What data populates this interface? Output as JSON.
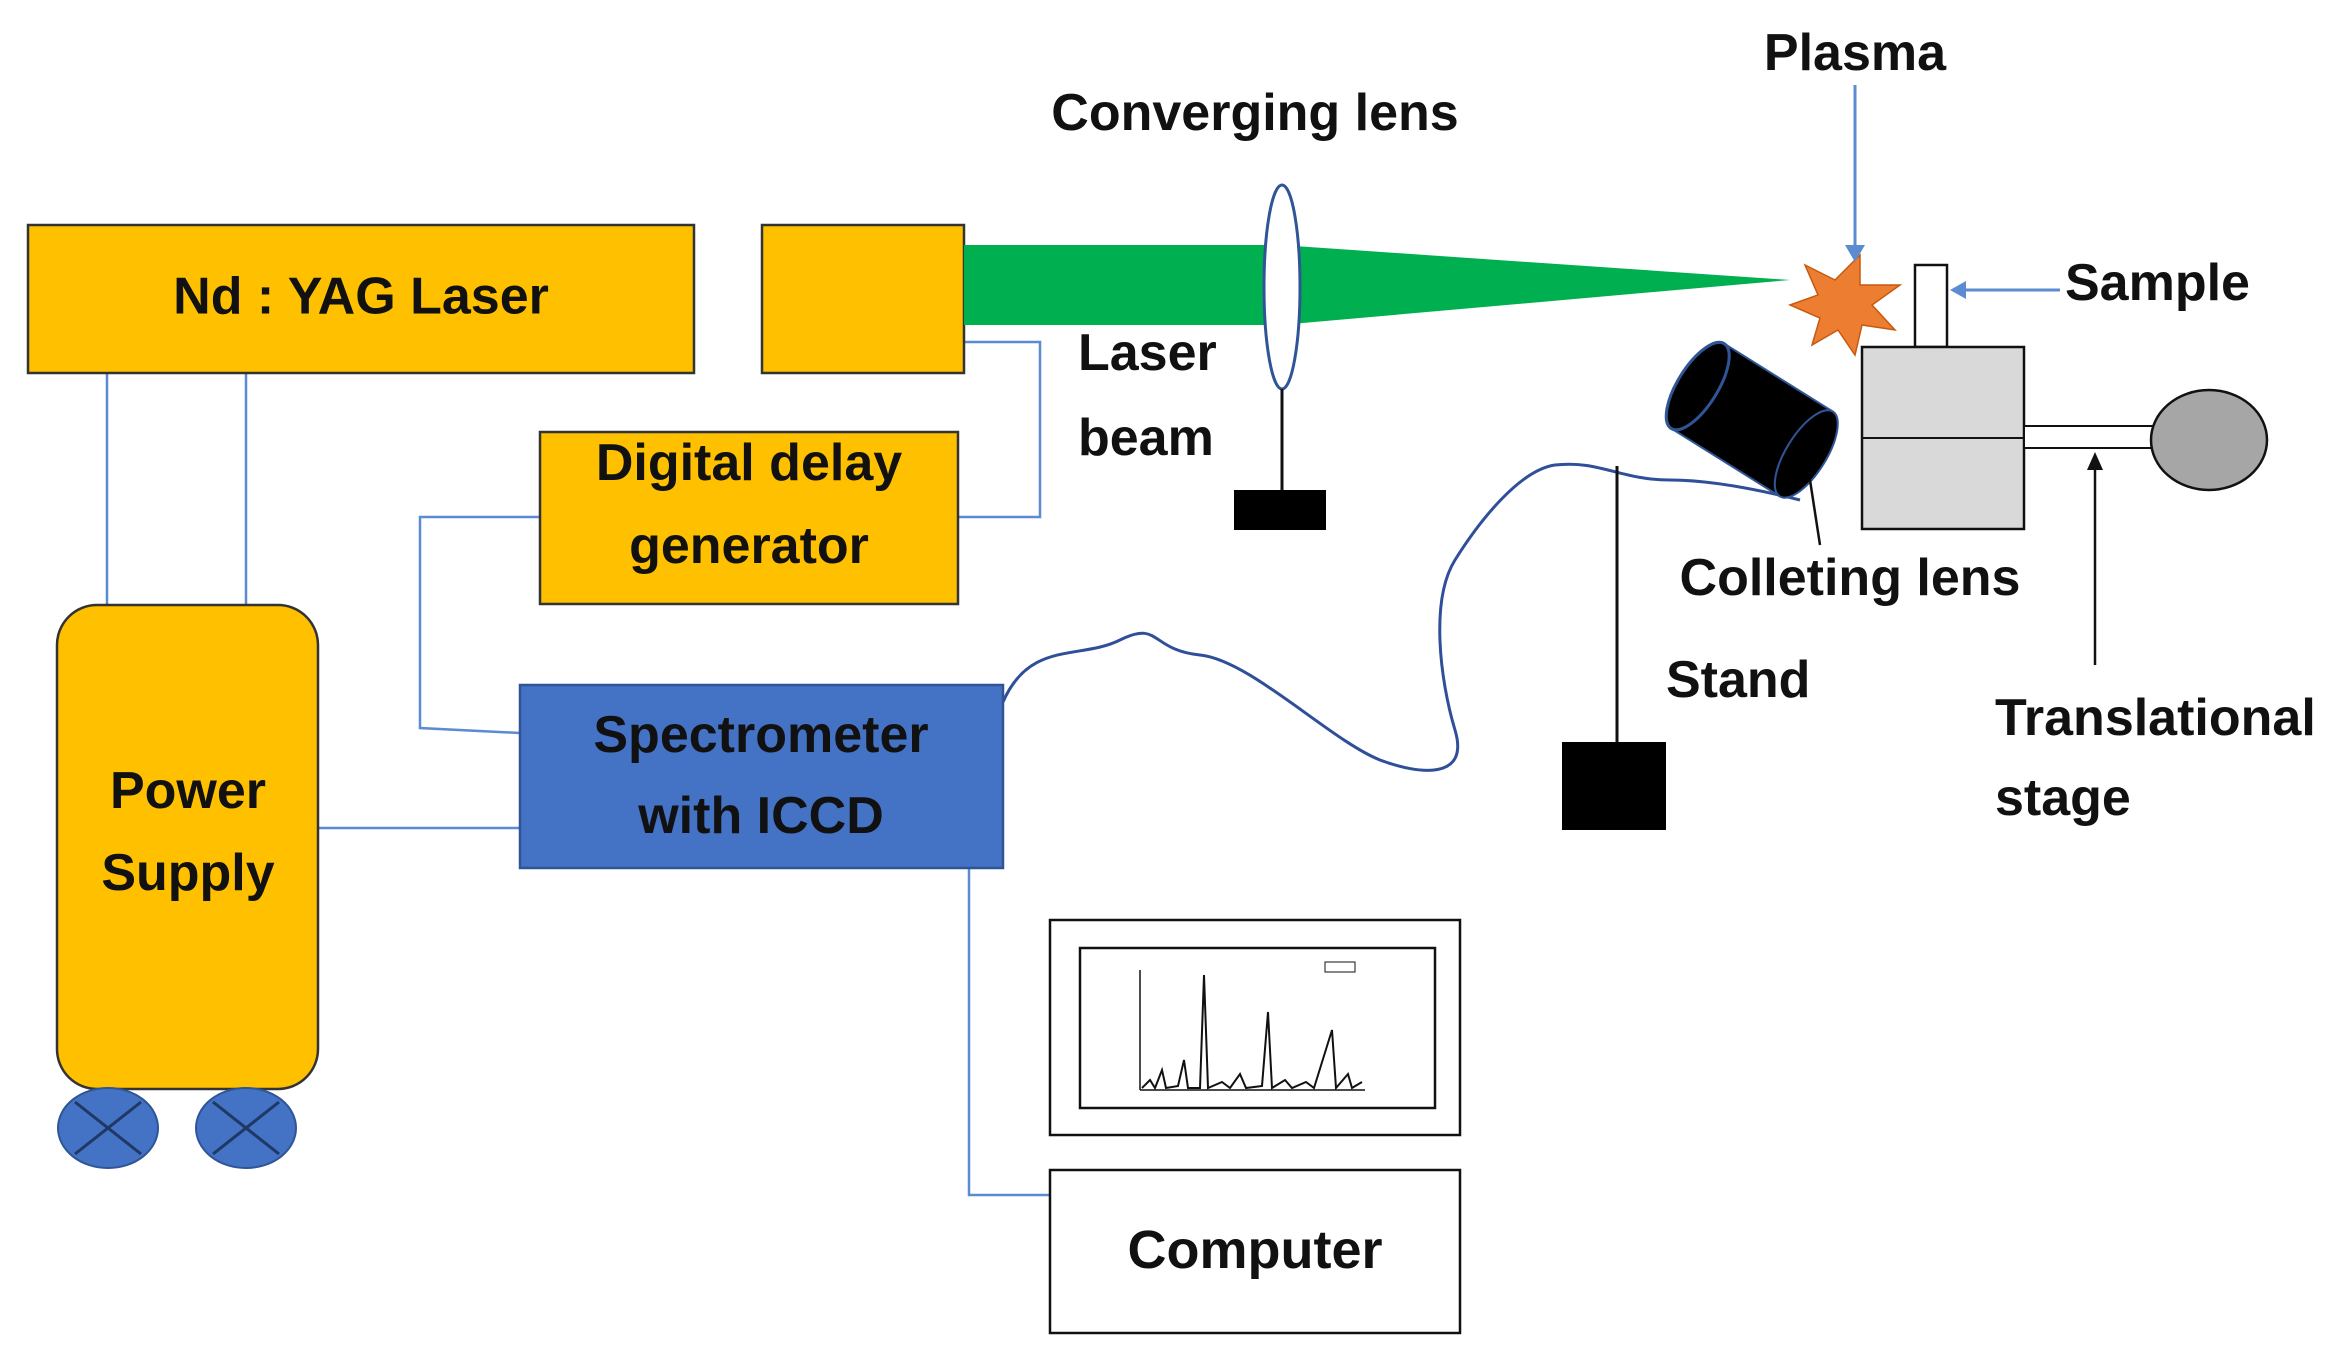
{
  "colors": {
    "laser_box": "#FFC000",
    "spectrometer_box": "#4472C4",
    "beam": "#00B050",
    "plasma": "#ED7D31",
    "connector_line": "#5B8BD0",
    "sample_holder": "#D9D9D9",
    "stand_base": "#000000"
  },
  "labels": {
    "laser": "Nd : YAG Laser",
    "delay_line1": "Digital delay",
    "delay_line2": "generator",
    "power_line1": "Power",
    "power_line2": "Supply",
    "spectro_line1": "Spectrometer",
    "spectro_line2": "with ICCD",
    "computer": "Computer",
    "converging_lens": "Converging lens",
    "laser_beam_line1": "Laser",
    "laser_beam_line2": "beam",
    "plasma": "Plasma",
    "sample": "Sample",
    "collecting_lens": "Colleting lens",
    "stand": "Stand",
    "translational_line1": "Translational",
    "translational_line2": "stage"
  },
  "icons": [
    "wheel-icon",
    "lens-icon",
    "plasma-burst-icon",
    "spectrum-plot-icon"
  ]
}
